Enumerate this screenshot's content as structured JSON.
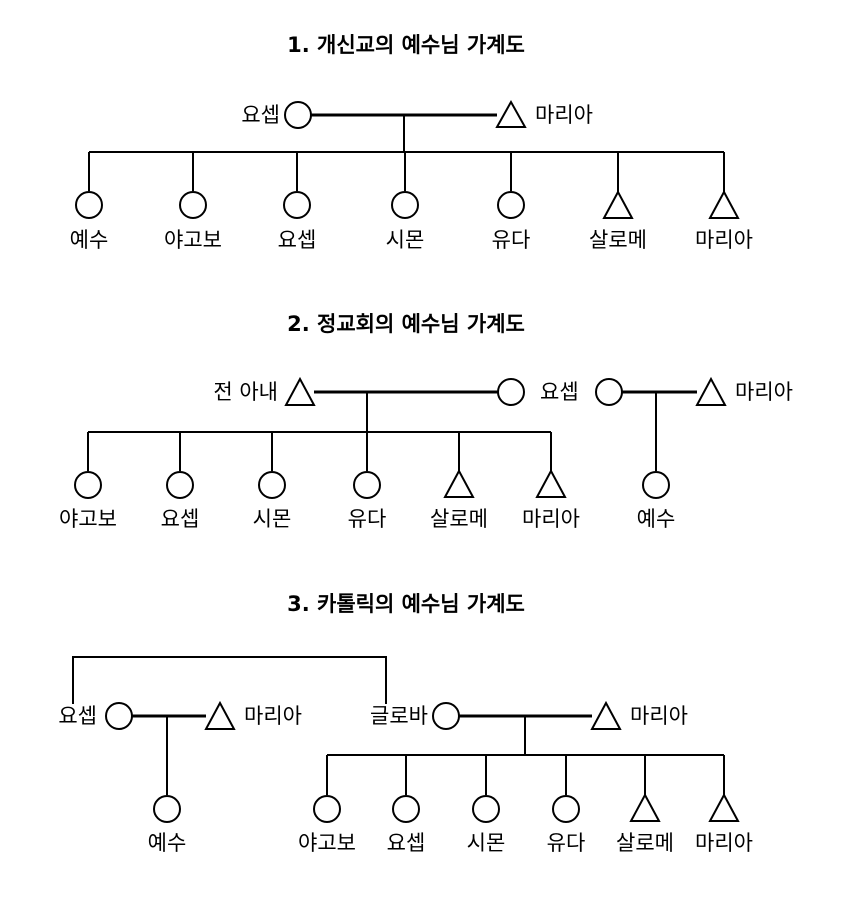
{
  "diagram1": {
    "title": "1. 개신교의 예수님 가계도",
    "father": "요셉",
    "mother": "마리아",
    "children": [
      "예수",
      "야고보",
      "요셉",
      "시몬",
      "유다",
      "살로메",
      "마리아"
    ]
  },
  "diagram2": {
    "title": "2. 정교회의 예수님 가계도",
    "first_wife": "전 아내",
    "father": "요셉",
    "mother": "마리아",
    "children_first": [
      "야고보",
      "요셉",
      "시몬",
      "유다",
      "살로메",
      "마리아"
    ],
    "children_second": [
      "예수"
    ]
  },
  "diagram3": {
    "title": "3. 카톨릭의 예수님 가계도",
    "father1": "요셉",
    "mother1": "마리아",
    "father2": "글로바",
    "mother2": "마리아",
    "children1": [
      "예수"
    ],
    "children2": [
      "야고보",
      "요셉",
      "시몬",
      "유다",
      "살로메",
      "마리아"
    ]
  },
  "legend": {
    "circle": "circle-symbol",
    "triangle": "triangle-symbol"
  }
}
